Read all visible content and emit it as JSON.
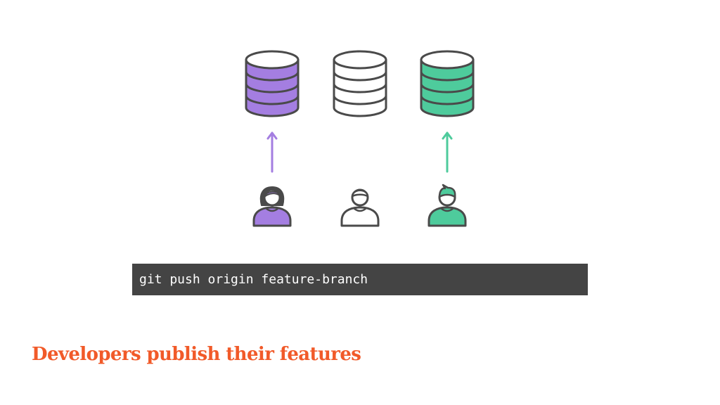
{
  "command": "git push origin feature-branch",
  "caption": "Developers publish their features",
  "colors": {
    "purple": "#a47ee1",
    "green": "#4ecb9c",
    "white": "#ffffff",
    "stroke": "#4a4a4a",
    "code_bg": "#444444",
    "code_text": "#ffffff",
    "caption": "#f15a29"
  },
  "repositories": [
    {
      "name": "purple-repo",
      "fill": "purple"
    },
    {
      "name": "white-repo",
      "fill": "white"
    },
    {
      "name": "green-repo",
      "fill": "green"
    }
  ],
  "developers": [
    {
      "name": "purple-developer",
      "fill": "purple",
      "hair": "bob",
      "pushes": true
    },
    {
      "name": "white-developer",
      "fill": "white",
      "hair": "short",
      "pushes": false
    },
    {
      "name": "green-developer",
      "fill": "green",
      "hair": "spiky",
      "pushes": true
    }
  ]
}
